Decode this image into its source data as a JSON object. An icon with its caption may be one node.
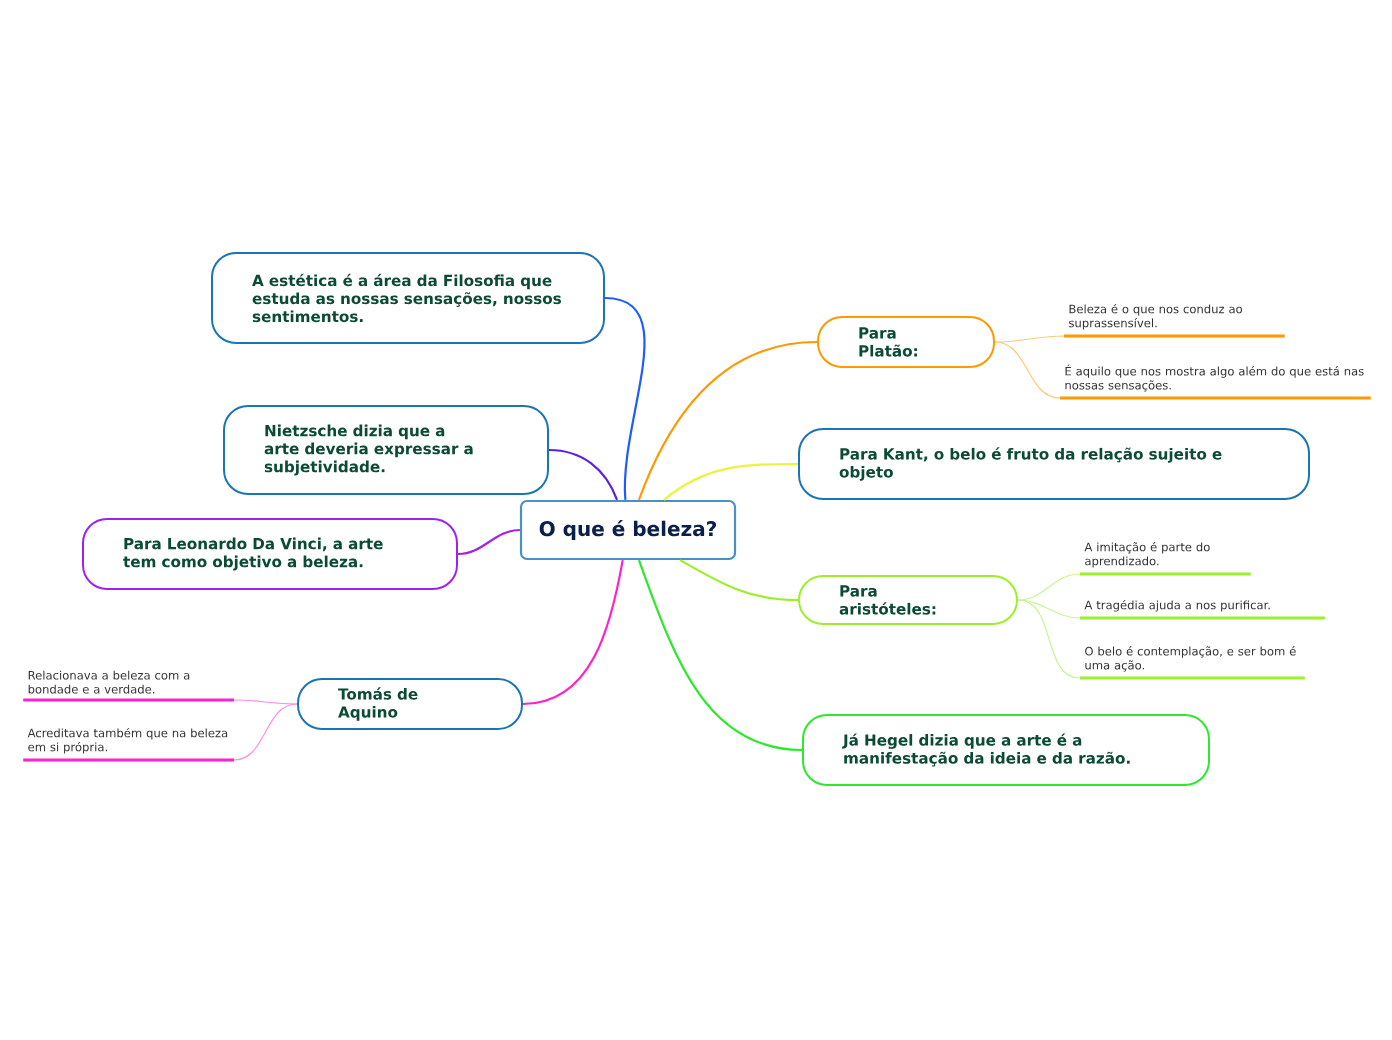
{
  "diagram": {
    "nodes": [
      {
        "text": [
          "O que é beleza?"
        ]
      },
      {
        "text": [
          "Para Platão:"
        ]
      },
      {
        "text": [
          "Beleza é o que nos conduz ao suprassensível."
        ]
      },
      {
        "text": [
          "É aquilo que nos mostra algo além do que está nas nossas sensações."
        ]
      },
      {
        "text": [
          "Para Kant, o belo é fruto da relação sujeito e objeto"
        ]
      },
      {
        "text": [
          "Para aristóteles:"
        ]
      },
      {
        "text": [
          "A imitação é parte do aprendizado."
        ]
      },
      {
        "text": [
          "A tragédia ajuda a nos purificar."
        ]
      },
      {
        "text": [
          "O belo é contemplação, e ser bom é uma ação."
        ]
      },
      {
        "text": [
          "Já Hegel dizia que a arte é a manifestação da ideia e da razão."
        ]
      },
      {
        "text": [
          "A estética é a área da Filosofia que estuda as nossas sensações, nossos sentimentos."
        ]
      },
      {
        "text": [
          "Nietzsche dizia que a arte deveria expressar a subjetividade."
        ]
      },
      {
        "text": [
          "Para Leonardo Da Vinci, a arte tem como objetivo a beleza."
        ]
      },
      {
        "text": [
          "Tomás de Aquino"
        ]
      },
      {
        "text": [
          "Relacionava a beleza com a bondade e a verdade."
        ]
      },
      {
        "text": [
          "Acreditava também que na beleza em si própria."
        ]
      }
    ],
    "edges": [
      {
        "from": 0,
        "to": 1,
        "arrow": "none",
        "color": "#ff9900"
      },
      {
        "from": 1,
        "to": 2,
        "arrow": "none",
        "color": "#ffc878"
      },
      {
        "from": 1,
        "to": 3,
        "arrow": "none",
        "color": "#ffc878"
      },
      {
        "from": 0,
        "to": 4,
        "arrow": "none",
        "color": "#e8f53a"
      },
      {
        "from": 0,
        "to": 5,
        "arrow": "none",
        "color": "#9cef2a"
      },
      {
        "from": 5,
        "to": 6,
        "arrow": "none",
        "color": "#c8f590"
      },
      {
        "from": 5,
        "to": 7,
        "arrow": "none",
        "color": "#c8f590"
      },
      {
        "from": 5,
        "to": 8,
        "arrow": "none",
        "color": "#c8f590"
      },
      {
        "from": 0,
        "to": 9,
        "arrow": "none",
        "color": "#2ee82e"
      },
      {
        "from": 0,
        "to": 10,
        "arrow": "none",
        "color": "#1f5cff"
      },
      {
        "from": 0,
        "to": 11,
        "arrow": "none",
        "color": "#5a22e0"
      },
      {
        "from": 0,
        "to": 12,
        "arrow": "none",
        "color": "#a020f0"
      },
      {
        "from": 0,
        "to": 13,
        "arrow": "none",
        "color": "#ff22c8"
      },
      {
        "from": 13,
        "to": 14,
        "arrow": "none",
        "color": "#ff90e0"
      },
      {
        "from": 13,
        "to": 15,
        "arrow": "none",
        "color": "#ff90e0"
      }
    ]
  }
}
